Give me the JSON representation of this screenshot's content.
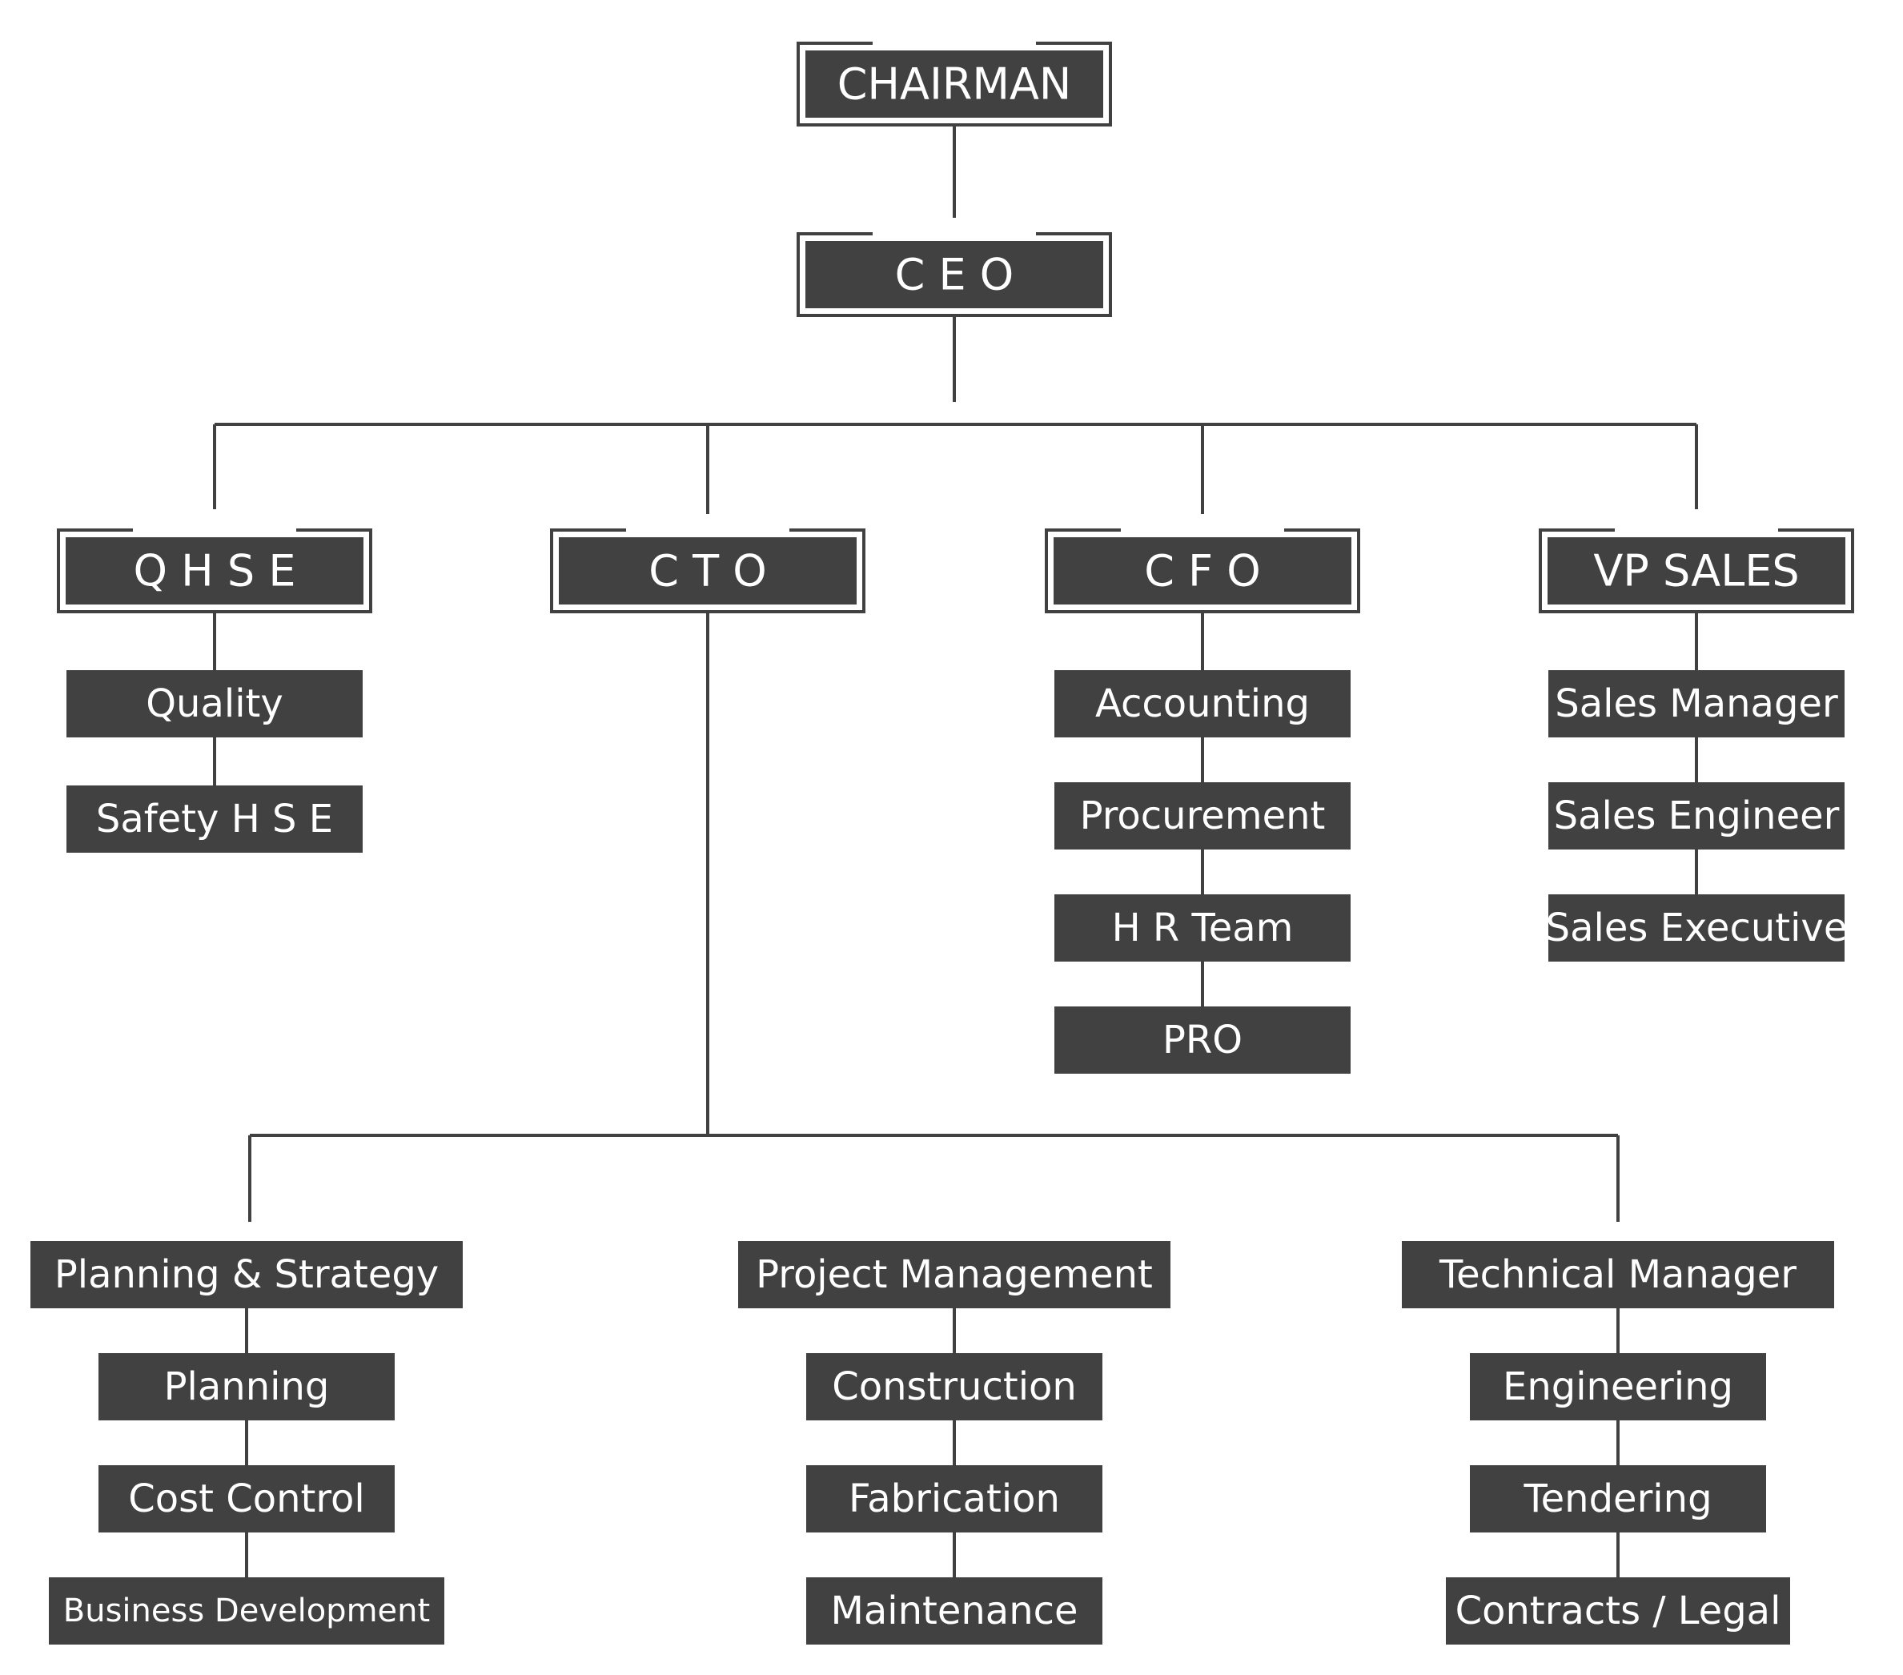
{
  "colors": {
    "box": "#414141",
    "line": "#414141",
    "text": "#ffffff",
    "background": "#ffffff"
  },
  "nodes": [
    {
      "id": "chairman",
      "label": "CHAIRMAN",
      "style": "executive",
      "parent": null
    },
    {
      "id": "ceo",
      "label": "C E O",
      "style": "executive",
      "parent": "chairman"
    },
    {
      "id": "qhse",
      "label": "Q H S E",
      "style": "executive",
      "parent": "ceo"
    },
    {
      "id": "cto",
      "label": "C T O",
      "style": "executive",
      "parent": "ceo"
    },
    {
      "id": "cfo",
      "label": "C F O",
      "style": "executive",
      "parent": "ceo"
    },
    {
      "id": "vp-sales",
      "label": "VP SALES",
      "style": "executive",
      "parent": "ceo"
    },
    {
      "id": "quality",
      "label": "Quality",
      "style": "unit",
      "parent": "qhse"
    },
    {
      "id": "safety-hse",
      "label": "Safety H S E",
      "style": "unit",
      "parent": "quality"
    },
    {
      "id": "accounting",
      "label": "Accounting",
      "style": "unit",
      "parent": "cfo"
    },
    {
      "id": "procurement",
      "label": "Procurement",
      "style": "unit",
      "parent": "accounting"
    },
    {
      "id": "hr-team",
      "label": "H R Team",
      "style": "unit",
      "parent": "procurement"
    },
    {
      "id": "pro",
      "label": "PRO",
      "style": "unit",
      "parent": "hr-team"
    },
    {
      "id": "sales-manager",
      "label": "Sales Manager",
      "style": "unit",
      "parent": "vp-sales"
    },
    {
      "id": "sales-engineer",
      "label": "Sales Engineer",
      "style": "unit",
      "parent": "sales-manager"
    },
    {
      "id": "sales-executive",
      "label": "Sales Executive",
      "style": "unit",
      "parent": "sales-engineer"
    },
    {
      "id": "planning-strategy",
      "label": "Planning & Strategy",
      "style": "unit",
      "parent": "cto"
    },
    {
      "id": "planning",
      "label": "Planning",
      "style": "unit",
      "parent": "planning-strategy"
    },
    {
      "id": "cost-control",
      "label": "Cost Control",
      "style": "unit",
      "parent": "planning"
    },
    {
      "id": "business-development",
      "label": "Business Development",
      "style": "unit",
      "parent": "cost-control"
    },
    {
      "id": "project-management",
      "label": "Project Management",
      "style": "unit",
      "parent": "cto"
    },
    {
      "id": "construction",
      "label": "Construction",
      "style": "unit",
      "parent": "project-management"
    },
    {
      "id": "fabrication",
      "label": "Fabrication",
      "style": "unit",
      "parent": "construction"
    },
    {
      "id": "maintenance",
      "label": "Maintenance",
      "style": "unit",
      "parent": "fabrication"
    },
    {
      "id": "technical-manager",
      "label": "Technical Manager",
      "style": "unit",
      "parent": "cto"
    },
    {
      "id": "engineering",
      "label": "Engineering",
      "style": "unit",
      "parent": "technical-manager"
    },
    {
      "id": "tendering",
      "label": "Tendering",
      "style": "unit",
      "parent": "engineering"
    },
    {
      "id": "contracts-legal",
      "label": "Contracts / Legal",
      "style": "unit",
      "parent": "tendering"
    }
  ]
}
